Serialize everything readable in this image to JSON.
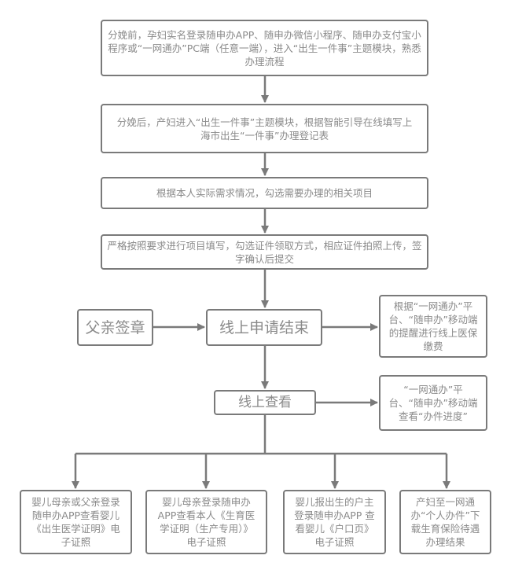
{
  "diagram": {
    "type": "flowchart",
    "colors": {
      "line": "#7a7a7a",
      "text": "#8a8a8a",
      "background": "#ffffff"
    },
    "nodes": {
      "step1": "分娩前，孕妇实名登录随申办APP、随申办微信小程序、随申办支付宝小程序或“一网通办”PC端（任意一端），进入“出生一件事”主题模块，熟悉办理流程",
      "step2": "分娩后，产妇进入“出生一件事”主题模块，根据智能引导在线填写上海市出生“一件事”办理登记表",
      "step3": "根据本人实际需求情况，勾选需要办理的相关项目",
      "step4": "严格按照要求进行项目填写，勾选证件领取方式，相应证件拍照上传，签字确认后提交",
      "father_stamp": "父亲签章",
      "application_end": "线上申请结束",
      "medical_insurance": "根据“一网通办”平台、“随申办”移动端的提醒进行线上医保缴费",
      "online_view": "线上查看",
      "progress_view": "“一网通办”平台、“随申办”移动端查看“办件进度”",
      "result_birth_cert": "婴儿母亲或父亲登录随申办APP查看婴儿《出生医学证明》电子证照",
      "result_mother_cert": "婴儿母亲登录随申办APP查看本人《生育医学证明（生产专用）》电子证照",
      "result_household": "婴儿报出生的户主登录随申办APP 查看婴儿《户口页》电子证照",
      "result_maternity_insurance": "产妇至一网通办“个人办件”下载生育保险待遇办理结果"
    },
    "edges": [
      [
        "step1",
        "step2"
      ],
      [
        "step2",
        "step3"
      ],
      [
        "step3",
        "step4"
      ],
      [
        "step4",
        "application_end"
      ],
      [
        "father_stamp",
        "application_end"
      ],
      [
        "application_end",
        "medical_insurance"
      ],
      [
        "application_end",
        "online_view"
      ],
      [
        "online_view",
        "progress_view"
      ],
      [
        "online_view",
        "result_birth_cert"
      ],
      [
        "online_view",
        "result_mother_cert"
      ],
      [
        "online_view",
        "result_household"
      ],
      [
        "online_view",
        "result_maternity_insurance"
      ]
    ]
  }
}
